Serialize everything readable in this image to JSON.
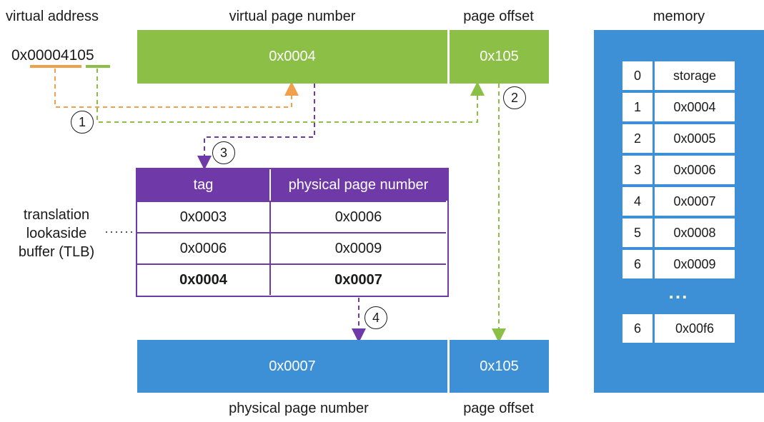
{
  "labels": {
    "virtual_address": "virtual address",
    "virtual_page_number": "virtual page number",
    "page_offset_top": "page offset",
    "memory": "memory",
    "tlb_name": [
      "translation",
      "lookaside",
      "buffer (TLB)"
    ],
    "physical_page_number": "physical page number",
    "page_offset_bottom": "page offset"
  },
  "address": {
    "prefix": "0x",
    "vpn_part": "0000",
    "mid_part": "4",
    "offset_part": "105"
  },
  "virtual": {
    "vpn_value": "0x0004",
    "offset_value": "0x105"
  },
  "steps": [
    "1",
    "2",
    "3",
    "4"
  ],
  "tlb": {
    "headers": [
      "tag",
      "physical page number"
    ],
    "rows": [
      {
        "tag": "0x0003",
        "ppn": "0x0006",
        "highlight": false
      },
      {
        "tag": "0x0006",
        "ppn": "0x0009",
        "highlight": false
      },
      {
        "tag": "0x0004",
        "ppn": "0x0007",
        "highlight": true
      }
    ]
  },
  "physical": {
    "ppn_value": "0x0007",
    "offset_value": "0x105"
  },
  "memory": {
    "rows": [
      {
        "index": "0",
        "value": "storage"
      },
      {
        "index": "1",
        "value": "0x0004"
      },
      {
        "index": "2",
        "value": "0x0005"
      },
      {
        "index": "3",
        "value": "0x0006"
      },
      {
        "index": "4",
        "value": "0x0007"
      },
      {
        "index": "5",
        "value": "0x0008"
      },
      {
        "index": "6",
        "value": "0x0009"
      }
    ],
    "ellipsis": "...",
    "last_row": {
      "index": "6",
      "value": "0x00f6"
    }
  },
  "colors": {
    "green": "#8bbf45",
    "blue": "#3d8fd6",
    "purple": "#6f3aa8",
    "orange": "#f0a04b"
  }
}
